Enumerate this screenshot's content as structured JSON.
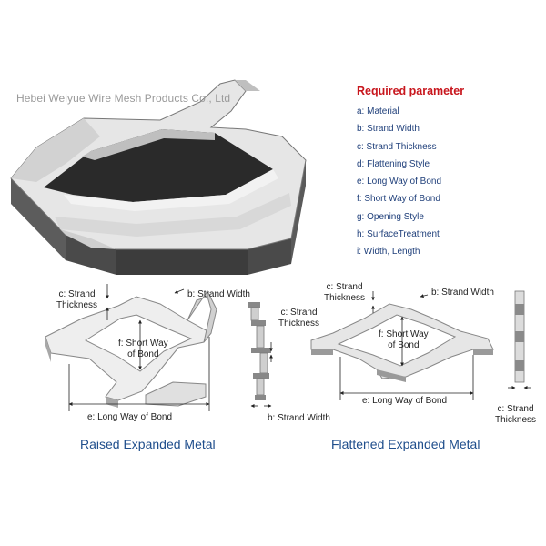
{
  "watermark": "Hebei Weiyue Wire Mesh Products Co., Ltd",
  "parameters": {
    "title": "Required parameter",
    "items": [
      "a: Material",
      "b: Strand Width",
      "c: Strand Thickness",
      "d: Flattening Style",
      "e: Long Way of Bond",
      "f: Short Way of Bond",
      "g: Opening Style",
      "h: SurfaceTreatment",
      "i: Width, Length"
    ]
  },
  "raised": {
    "caption": "Raised Expanded Metal",
    "strand_thickness_label": [
      "c: Strand",
      "Thickness"
    ],
    "strand_width_label": "b: Strand Width",
    "short_way_label": [
      "f: Short Way",
      "of Bond"
    ],
    "long_way_label": "e: Long Way of Bond",
    "side_thickness_label": [
      "c: Strand",
      "Thickness"
    ],
    "side_width_label": "b: Strand Width"
  },
  "flattened": {
    "caption": "Flattened Expanded Metal",
    "strand_thickness_label": [
      "c: Strand",
      "Thickness"
    ],
    "strand_width_label": "b: Strand Width",
    "short_way_label": [
      "f: Short Way",
      "of Bond"
    ],
    "long_way_label": "e: Long Way of Bond",
    "side_thickness_label": [
      "c: Strand",
      "Thickness"
    ]
  },
  "colors": {
    "caption": "#1f4e8c",
    "param_title": "#c8161d",
    "param_item": "#1f3f7a"
  }
}
